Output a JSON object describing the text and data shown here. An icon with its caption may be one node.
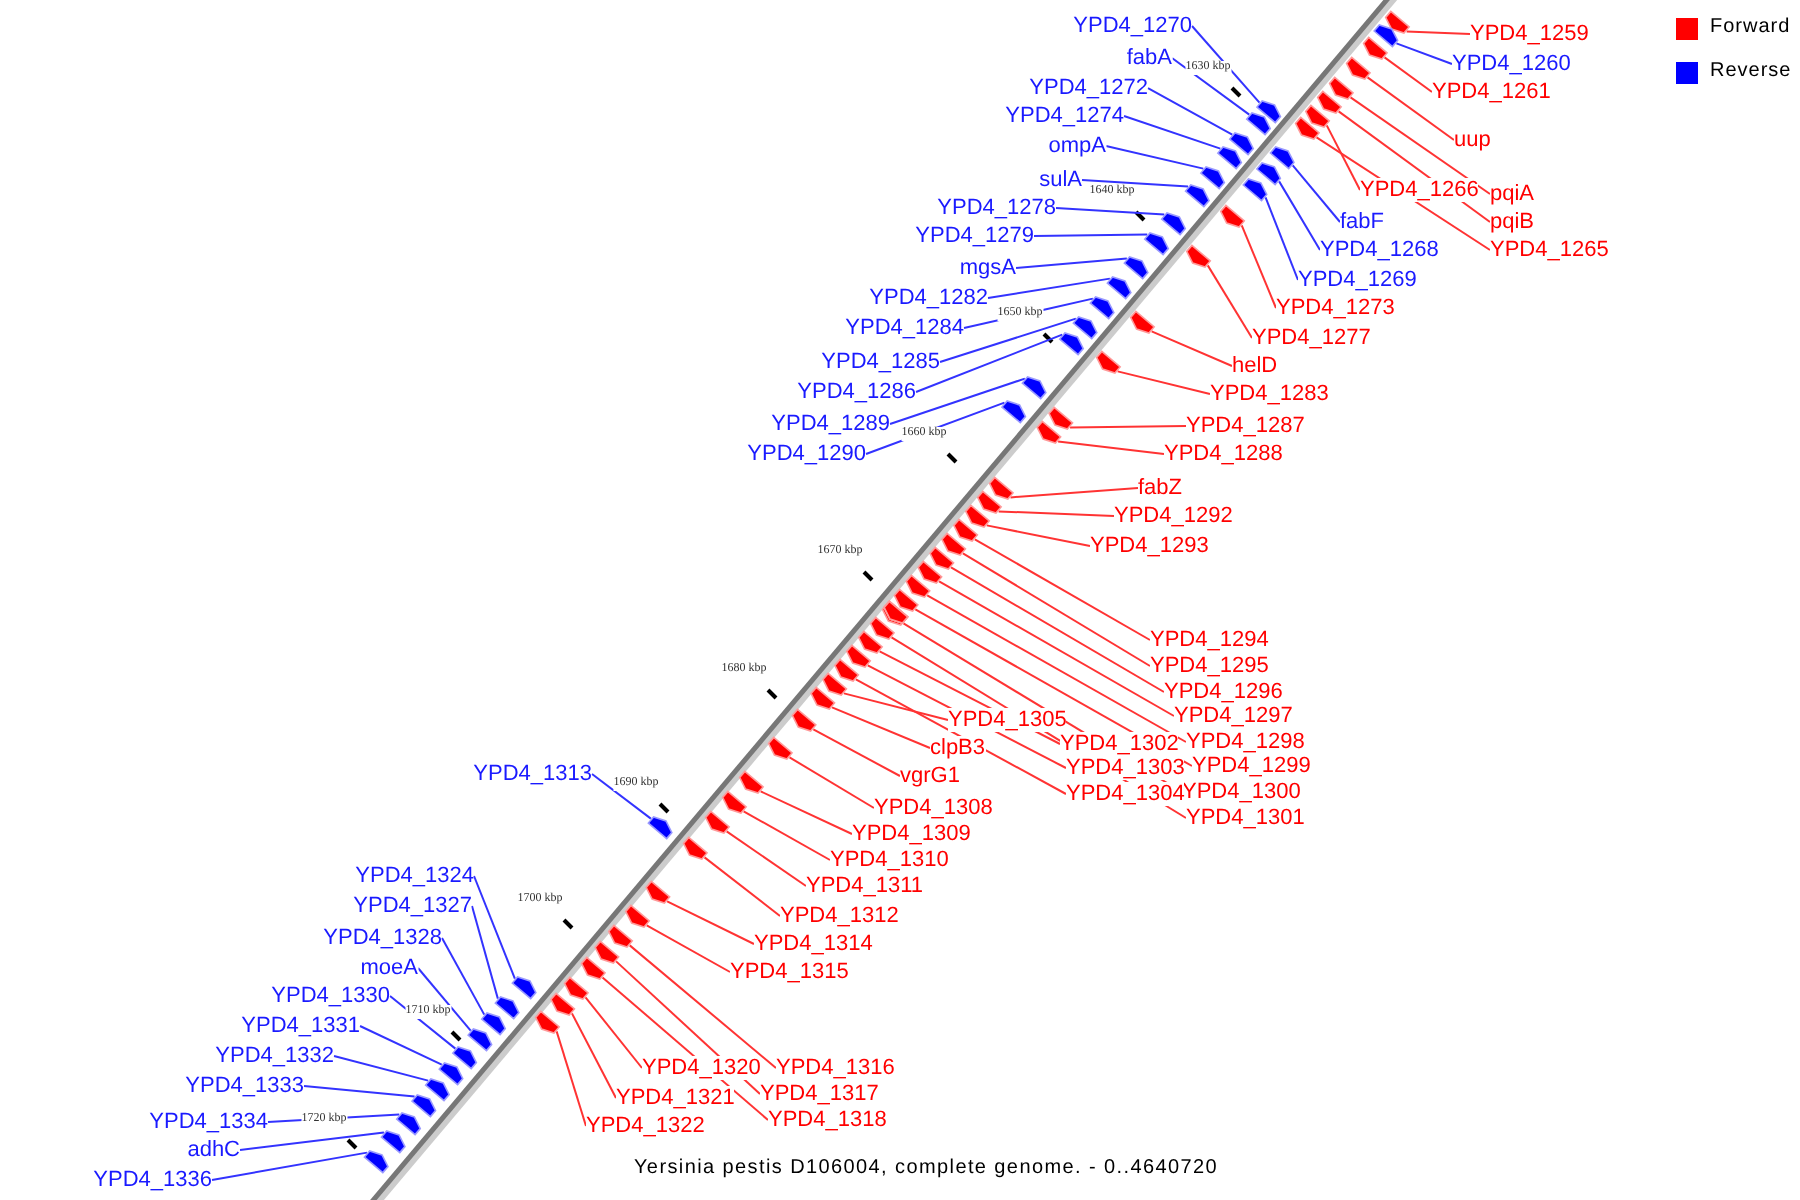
{
  "diagram": {
    "caption": "Yersinia pestis D106004, complete genome. - 0..4640720",
    "nodes": [
      {
        "text": [
          "YPD4_1259"
        ]
      },
      {
        "text": [
          "YPD4_1260"
        ]
      },
      {
        "text": [
          "YPD4_1261"
        ]
      },
      {
        "text": [
          "uup"
        ]
      },
      {
        "text": [
          "YPD4_1266"
        ]
      },
      {
        "text": [
          "pqiA"
        ]
      },
      {
        "text": [
          "pqiB"
        ]
      },
      {
        "text": [
          "YPD4_1265"
        ]
      },
      {
        "text": [
          "fabF"
        ]
      },
      {
        "text": [
          "YPD4_1268"
        ]
      },
      {
        "text": [
          "YPD4_1269"
        ]
      },
      {
        "text": [
          "YPD4_1270"
        ]
      },
      {
        "text": [
          "fabA"
        ]
      },
      {
        "text": [
          "YPD4_1272"
        ]
      },
      {
        "text": [
          "YPD4_1274"
        ]
      },
      {
        "text": [
          "ompA"
        ]
      },
      {
        "text": [
          "sulA"
        ]
      },
      {
        "text": [
          "YPD4_1278"
        ]
      },
      {
        "text": [
          "YPD4_1279"
        ]
      },
      {
        "text": [
          "mgsA"
        ]
      },
      {
        "text": [
          "YPD4_1282"
        ]
      },
      {
        "text": [
          "YPD4_1284"
        ]
      },
      {
        "text": [
          "YPD4_1285"
        ]
      },
      {
        "text": [
          "YPD4_1286"
        ]
      },
      {
        "text": [
          "YPD4_1289"
        ]
      },
      {
        "text": [
          "YPD4_1290"
        ]
      },
      {
        "text": [
          "YPD4_1273"
        ]
      },
      {
        "text": [
          "YPD4_1277"
        ]
      },
      {
        "text": [
          "helD"
        ]
      },
      {
        "text": [
          "YPD4_1283"
        ]
      },
      {
        "text": [
          "YPD4_1287"
        ]
      },
      {
        "text": [
          "YPD4_1288"
        ]
      },
      {
        "text": [
          "fabZ"
        ]
      },
      {
        "text": [
          "YPD4_1292"
        ]
      },
      {
        "text": [
          "YPD4_1293"
        ]
      },
      {
        "text": [
          "YPD4_1294"
        ]
      },
      {
        "text": [
          "YPD4_1295"
        ]
      },
      {
        "text": [
          "YPD4_1296"
        ]
      },
      {
        "text": [
          "YPD4_1297"
        ]
      },
      {
        "text": [
          "YPD4_1298"
        ]
      },
      {
        "text": [
          "YPD4_1299"
        ]
      },
      {
        "text": [
          "YPD4_1300"
        ]
      },
      {
        "text": [
          "YPD4_1301"
        ]
      },
      {
        "text": [
          "YPD4_1302"
        ]
      },
      {
        "text": [
          "YPD4_1303"
        ]
      },
      {
        "text": [
          "YPD4_1304"
        ]
      },
      {
        "text": [
          "YPD4_1305"
        ]
      },
      {
        "text": [
          "clpB3"
        ]
      },
      {
        "text": [
          "vgrG1"
        ]
      },
      {
        "text": [
          "YPD4_1308"
        ]
      },
      {
        "text": [
          "YPD4_1309"
        ]
      },
      {
        "text": [
          "YPD4_1310"
        ]
      },
      {
        "text": [
          "YPD4_1311"
        ]
      },
      {
        "text": [
          "YPD4_1312"
        ]
      },
      {
        "text": [
          "YPD4_1313"
        ]
      },
      {
        "text": [
          "YPD4_1314"
        ]
      },
      {
        "text": [
          "YPD4_1315"
        ]
      },
      {
        "text": [
          "YPD4_1316"
        ]
      },
      {
        "text": [
          "YPD4_1317"
        ]
      },
      {
        "text": [
          "YPD4_1318"
        ]
      },
      {
        "text": [
          "YPD4_1320"
        ]
      },
      {
        "text": [
          "YPD4_1321"
        ]
      },
      {
        "text": [
          "YPD4_1322"
        ]
      },
      {
        "text": [
          "YPD4_1324"
        ]
      },
      {
        "text": [
          "YPD4_1327"
        ]
      },
      {
        "text": [
          "YPD4_1328"
        ]
      },
      {
        "text": [
          "moeA"
        ]
      },
      {
        "text": [
          "YPD4_1330"
        ]
      },
      {
        "text": [
          "YPD4_1331"
        ]
      },
      {
        "text": [
          "YPD4_1332"
        ]
      },
      {
        "text": [
          "YPD4_1333"
        ]
      },
      {
        "text": [
          "YPD4_1334"
        ]
      },
      {
        "text": [
          "adhC"
        ]
      },
      {
        "text": [
          "YPD4_1336"
        ]
      },
      {
        "text": [],
        "shape": "arrow"
      },
      {
        "text": [],
        "shape": "arrow"
      },
      {
        "text": [],
        "shape": "arrow"
      },
      {
        "text": [],
        "shape": "arrow"
      },
      {
        "text": [],
        "shape": "arrow"
      },
      {
        "text": [],
        "shape": "arrow"
      },
      {
        "text": [],
        "shape": "arrow"
      },
      {
        "text": [],
        "shape": "arrow"
      },
      {
        "text": [],
        "shape": "arrow"
      },
      {
        "text": [],
        "shape": "arrow"
      },
      {
        "text": [],
        "shape": "arrow"
      },
      {
        "text": [],
        "shape": "arrow"
      },
      {
        "text": [],
        "shape": "arrow"
      },
      {
        "text": [],
        "shape": "arrow"
      },
      {
        "text": [],
        "shape": "arrow"
      },
      {
        "text": [],
        "shape": "arrow"
      },
      {
        "text": [],
        "shape": "arrow"
      },
      {
        "text": [],
        "shape": "arrow"
      },
      {
        "text": [],
        "shape": "arrow"
      },
      {
        "text": [],
        "shape": "arrow"
      },
      {
        "text": [],
        "shape": "arrow"
      },
      {
        "text": [],
        "shape": "arrow"
      },
      {
        "text": [],
        "shape": "arrow"
      },
      {
        "text": [],
        "shape": "arrow"
      },
      {
        "text": [],
        "shape": "arrow"
      },
      {
        "text": [],
        "shape": "arrow"
      },
      {
        "text": [],
        "shape": "arrow"
      },
      {
        "text": [],
        "shape": "arrow"
      },
      {
        "text": [],
        "shape": "arrow"
      },
      {
        "text": [],
        "shape": "arrow"
      },
      {
        "text": [],
        "shape": "arrow"
      },
      {
        "text": [],
        "shape": "arrow"
      },
      {
        "text": [],
        "shape": "arrow"
      },
      {
        "text": [],
        "shape": "arrow"
      },
      {
        "text": [],
        "shape": "arrow"
      },
      {
        "text": [],
        "shape": "arrow"
      },
      {
        "text": [],
        "shape": "arrow"
      },
      {
        "text": [],
        "shape": "arrow"
      },
      {
        "text": [],
        "shape": "arrow"
      },
      {
        "text": [],
        "shape": "arrow"
      },
      {
        "text": [],
        "shape": "arrow"
      },
      {
        "text": [],
        "shape": "arrow"
      },
      {
        "text": [],
        "shape": "arrow"
      },
      {
        "text": [],
        "shape": "arrow"
      },
      {
        "text": [],
        "shape": "arrow"
      },
      {
        "text": [],
        "shape": "arrow"
      },
      {
        "text": [],
        "shape": "arrow"
      },
      {
        "text": [],
        "shape": "arrow"
      },
      {
        "text": [],
        "shape": "arrow"
      },
      {
        "text": [],
        "shape": "arrow"
      },
      {
        "text": [],
        "shape": "arrow"
      },
      {
        "text": [],
        "shape": "arrow"
      },
      {
        "text": [],
        "shape": "arrow"
      },
      {
        "text": [],
        "shape": "arrow"
      },
      {
        "text": [],
        "shape": "arrow"
      },
      {
        "text": [],
        "shape": "arrow"
      },
      {
        "text": [],
        "shape": "arrow"
      },
      {
        "text": [],
        "shape": "arrow"
      },
      {
        "text": [],
        "shape": "arrow"
      },
      {
        "text": [],
        "shape": "arrow"
      },
      {
        "text": [],
        "shape": "arrow"
      },
      {
        "text": [],
        "shape": "arrow"
      },
      {
        "text": [],
        "shape": "arrow"
      },
      {
        "text": [],
        "shape": "arrow"
      },
      {
        "text": [],
        "shape": "arrow"
      },
      {
        "text": [],
        "shape": "arrow"
      },
      {
        "text": [],
        "shape": "arrow"
      },
      {
        "text": [],
        "shape": "arrow"
      },
      {
        "text": [],
        "shape": "arrow"
      },
      {
        "text": [],
        "shape": "arrow"
      },
      {
        "text": [],
        "shape": "arrow"
      },
      {
        "text": [],
        "shape": "arrow"
      },
      {
        "text": [],
        "shape": "arrow"
      },
      {
        "text": [],
        "shape": "arrow"
      },
      {
        "text": [],
        "shape": "arrow"
      },
      {
        "text": [],
        "shape": "arrow"
      },
      {
        "text": [],
        "shape": "arrow"
      },
      {
        "text": [],
        "shape": "arrow"
      }
    ],
    "edges": [
      {
        "from": 0,
        "to": 74,
        "arrow": "none"
      },
      {
        "from": 1,
        "to": 75,
        "arrow": "none",
        "color": "#3333ff"
      },
      {
        "from": 2,
        "to": 76,
        "arrow": "none"
      },
      {
        "from": 3,
        "to": 77,
        "arrow": "none"
      },
      {
        "from": 4,
        "to": 78,
        "arrow": "none"
      },
      {
        "from": 5,
        "to": 79,
        "arrow": "none"
      },
      {
        "from": 6,
        "to": 80,
        "arrow": "none"
      },
      {
        "from": 7,
        "to": 81,
        "arrow": "none"
      },
      {
        "from": 8,
        "to": 82,
        "arrow": "none",
        "color": "#3333ff"
      },
      {
        "from": 9,
        "to": 83,
        "arrow": "none",
        "color": "#3333ff"
      },
      {
        "from": 10,
        "to": 84,
        "arrow": "none",
        "color": "#3333ff"
      },
      {
        "from": 11,
        "to": 85,
        "arrow": "none",
        "color": "#3333ff"
      },
      {
        "from": 12,
        "to": 86,
        "arrow": "none",
        "color": "#3333ff"
      },
      {
        "from": 13,
        "to": 87,
        "arrow": "none",
        "color": "#3333ff"
      },
      {
        "from": 14,
        "to": 88,
        "arrow": "none",
        "color": "#3333ff"
      },
      {
        "from": 15,
        "to": 89,
        "arrow": "none",
        "color": "#3333ff"
      },
      {
        "from": 16,
        "to": 90,
        "arrow": "none",
        "color": "#3333ff"
      },
      {
        "from": 17,
        "to": 91,
        "arrow": "none",
        "color": "#3333ff"
      },
      {
        "from": 18,
        "to": 92,
        "arrow": "none",
        "color": "#3333ff"
      },
      {
        "from": 19,
        "to": 93,
        "arrow": "none",
        "color": "#3333ff"
      },
      {
        "from": 20,
        "to": 94,
        "arrow": "none",
        "color": "#3333ff"
      },
      {
        "from": 21,
        "to": 95,
        "arrow": "none",
        "color": "#3333ff"
      },
      {
        "from": 22,
        "to": 96,
        "arrow": "none",
        "color": "#3333ff"
      },
      {
        "from": 23,
        "to": 97,
        "arrow": "none",
        "color": "#3333ff"
      },
      {
        "from": 24,
        "to": 98,
        "arrow": "none",
        "color": "#3333ff"
      },
      {
        "from": 25,
        "to": 99,
        "arrow": "none",
        "color": "#3333ff"
      },
      {
        "from": 26,
        "to": 100,
        "arrow": "none"
      },
      {
        "from": 27,
        "to": 101,
        "arrow": "none"
      },
      {
        "from": 28,
        "to": 102,
        "arrow": "none"
      },
      {
        "from": 29,
        "to": 103,
        "arrow": "none"
      },
      {
        "from": 30,
        "to": 104,
        "arrow": "none"
      },
      {
        "from": 31,
        "to": 105,
        "arrow": "none"
      },
      {
        "from": 32,
        "to": 106,
        "arrow": "none"
      },
      {
        "from": 33,
        "to": 107,
        "arrow": "none"
      },
      {
        "from": 34,
        "to": 108,
        "arrow": "none"
      },
      {
        "from": 35,
        "to": 109,
        "arrow": "none"
      },
      {
        "from": 36,
        "to": 110,
        "arrow": "none"
      },
      {
        "from": 37,
        "to": 111,
        "arrow": "none"
      },
      {
        "from": 38,
        "to": 112,
        "arrow": "none"
      },
      {
        "from": 39,
        "to": 113,
        "arrow": "none"
      },
      {
        "from": 40,
        "to": 114,
        "arrow": "none"
      },
      {
        "from": 41,
        "to": 115,
        "arrow": "none"
      },
      {
        "from": 42,
        "to": 116,
        "arrow": "none"
      },
      {
        "from": 43,
        "to": 117,
        "arrow": "none"
      },
      {
        "from": 44,
        "to": 118,
        "arrow": "none"
      },
      {
        "from": 45,
        "to": 119,
        "arrow": "none"
      },
      {
        "from": 46,
        "to": 120,
        "arrow": "none"
      },
      {
        "from": 47,
        "to": 121,
        "arrow": "none"
      },
      {
        "from": 48,
        "to": 122,
        "arrow": "none"
      },
      {
        "from": 49,
        "to": 123,
        "arrow": "none"
      },
      {
        "from": 50,
        "to": 124,
        "arrow": "none"
      },
      {
        "from": 51,
        "to": 125,
        "arrow": "none"
      },
      {
        "from": 52,
        "to": 126,
        "arrow": "none"
      },
      {
        "from": 53,
        "to": 127,
        "arrow": "none"
      },
      {
        "from": 54,
        "to": 128,
        "arrow": "none",
        "color": "#3333ff"
      },
      {
        "from": 55,
        "to": 129,
        "arrow": "none"
      },
      {
        "from": 56,
        "to": 130,
        "arrow": "none"
      },
      {
        "from": 57,
        "to": 131,
        "arrow": "none"
      },
      {
        "from": 58,
        "to": 132,
        "arrow": "none"
      },
      {
        "from": 59,
        "to": 133,
        "arrow": "none"
      },
      {
        "from": 60,
        "to": 134,
        "arrow": "none"
      },
      {
        "from": 61,
        "to": 135,
        "arrow": "none"
      },
      {
        "from": 62,
        "to": 136,
        "arrow": "none"
      },
      {
        "from": 63,
        "to": 137,
        "arrow": "none",
        "color": "#3333ff"
      },
      {
        "from": 64,
        "to": 138,
        "arrow": "none",
        "color": "#3333ff"
      },
      {
        "from": 65,
        "to": 139,
        "arrow": "none",
        "color": "#3333ff"
      },
      {
        "from": 66,
        "to": 140,
        "arrow": "none",
        "color": "#3333ff"
      },
      {
        "from": 67,
        "to": 141,
        "arrow": "none",
        "color": "#3333ff"
      },
      {
        "from": 68,
        "to": 142,
        "arrow": "none",
        "color": "#3333ff"
      },
      {
        "from": 69,
        "to": 143,
        "arrow": "none",
        "color": "#3333ff"
      },
      {
        "from": 70,
        "to": 144,
        "arrow": "none",
        "color": "#3333ff"
      },
      {
        "from": 71,
        "to": 145,
        "arrow": "none",
        "color": "#3333ff"
      },
      {
        "from": 72,
        "to": 146,
        "arrow": "none",
        "color": "#3333ff"
      },
      {
        "from": 73,
        "to": 147,
        "arrow": "none",
        "color": "#3333ff"
      }
    ],
    "labels": [
      "1630 kbp",
      "1640 kbp",
      "1650 kbp",
      "1660 kbp",
      "1670 kbp",
      "1680 kbp",
      "1690 kbp",
      "1700 kbp",
      "1710 kbp",
      "1720 kbp"
    ],
    "legend": [
      {
        "text": "Forward",
        "color": "#ff0000"
      },
      {
        "text": "Reverse",
        "color": "#0000ff"
      }
    ]
  }
}
